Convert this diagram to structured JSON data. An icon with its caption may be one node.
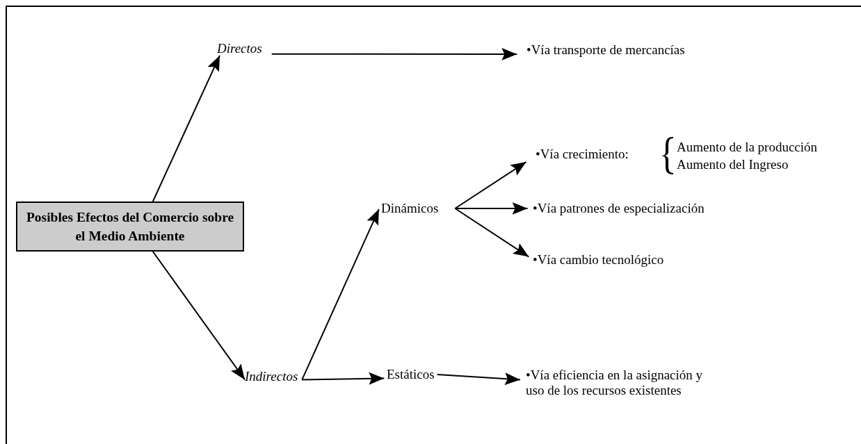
{
  "diagram": {
    "nodes": [
      {
        "text": [
          "Posibles Efectos del Comercio sobre el Medio Ambiente"
        ]
      },
      {
        "text": [
          "Directos"
        ]
      },
      {
        "text": [
          "•Vía transporte de mercancías"
        ]
      },
      {
        "text": [
          "Indirectos"
        ]
      },
      {
        "text": [
          "Dinámicos"
        ]
      },
      {
        "text": [
          "Estáticos"
        ]
      },
      {
        "text": [
          "•Vía crecimiento:"
        ]
      },
      {
        "text": [
          "•Vía patrones de especialización"
        ]
      },
      {
        "text": [
          "•Vía cambio tecnológico"
        ]
      },
      {
        "text": [
          "•Vía eficiencia en la asignación y uso de los recursos existentes"
        ]
      }
    ],
    "edges": [
      {
        "from": 0,
        "to": 1,
        "arrow": "to"
      },
      {
        "from": 1,
        "to": 2,
        "arrow": "to"
      },
      {
        "from": 0,
        "to": 3,
        "arrow": "to"
      },
      {
        "from": 3,
        "to": 4,
        "arrow": "to"
      },
      {
        "from": 3,
        "to": 5,
        "arrow": "to"
      },
      {
        "from": 4,
        "to": 6,
        "arrow": "to"
      },
      {
        "from": 4,
        "to": 7,
        "arrow": "to"
      },
      {
        "from": 4,
        "to": 8,
        "arrow": "to"
      },
      {
        "from": 5,
        "to": 9,
        "arrow": "to"
      }
    ],
    "labels": [
      "Aumento de la producción",
      "Aumento del Ingreso"
    ]
  }
}
